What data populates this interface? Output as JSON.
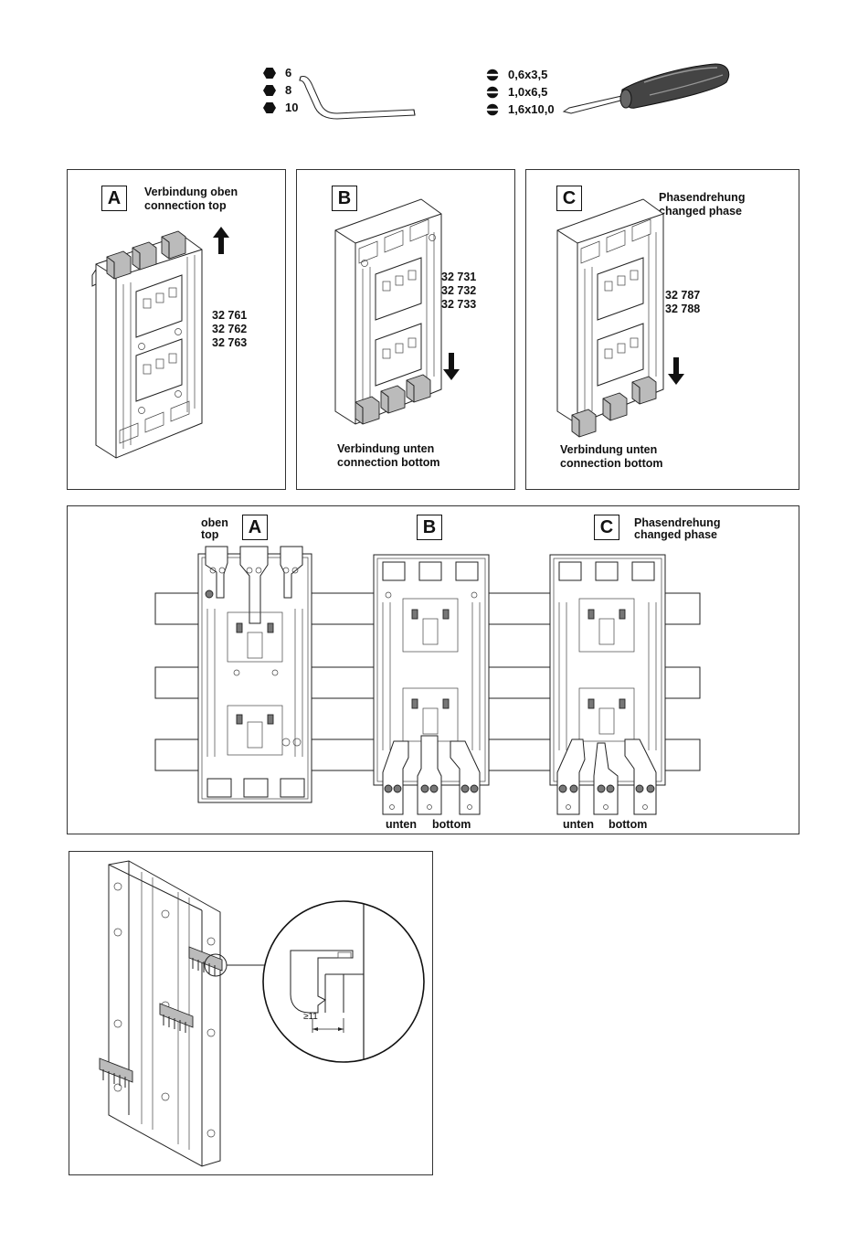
{
  "tools": {
    "hex_sizes": [
      "6",
      "8",
      "10"
    ],
    "screwdriver_sizes": [
      "0,6x3,5",
      "1,0x6,5",
      "1,6x10,0"
    ]
  },
  "top_panels": [
    {
      "badge": "A",
      "title_line1": "Verbindung oben",
      "title_line2": "connection top",
      "part_numbers": [
        "32 761",
        "32 762",
        "32 763"
      ]
    },
    {
      "badge": "B",
      "part_numbers": [
        "32 731",
        "32 732",
        "32 733"
      ],
      "bottom_line1": "Verbindung unten",
      "bottom_line2": "connection bottom"
    },
    {
      "badge": "C",
      "title_line1": "Phasendrehung",
      "title_line2": "changed phase",
      "part_numbers": [
        "32 787",
        "32 788"
      ],
      "bottom_line1": "Verbindung unten",
      "bottom_line2": "connection bottom"
    }
  ],
  "front_panel": {
    "a": {
      "badge": "A",
      "label_line1": "oben",
      "label_line2": "top"
    },
    "b": {
      "badge": "B",
      "label_left": "unten",
      "label_right": "bottom"
    },
    "c": {
      "badge": "C",
      "title_line1": "Phasendrehung",
      "title_line2": "changed phase",
      "label_left": "unten",
      "label_right": "bottom"
    }
  },
  "detail_panel": {
    "dimension": "≥11"
  }
}
